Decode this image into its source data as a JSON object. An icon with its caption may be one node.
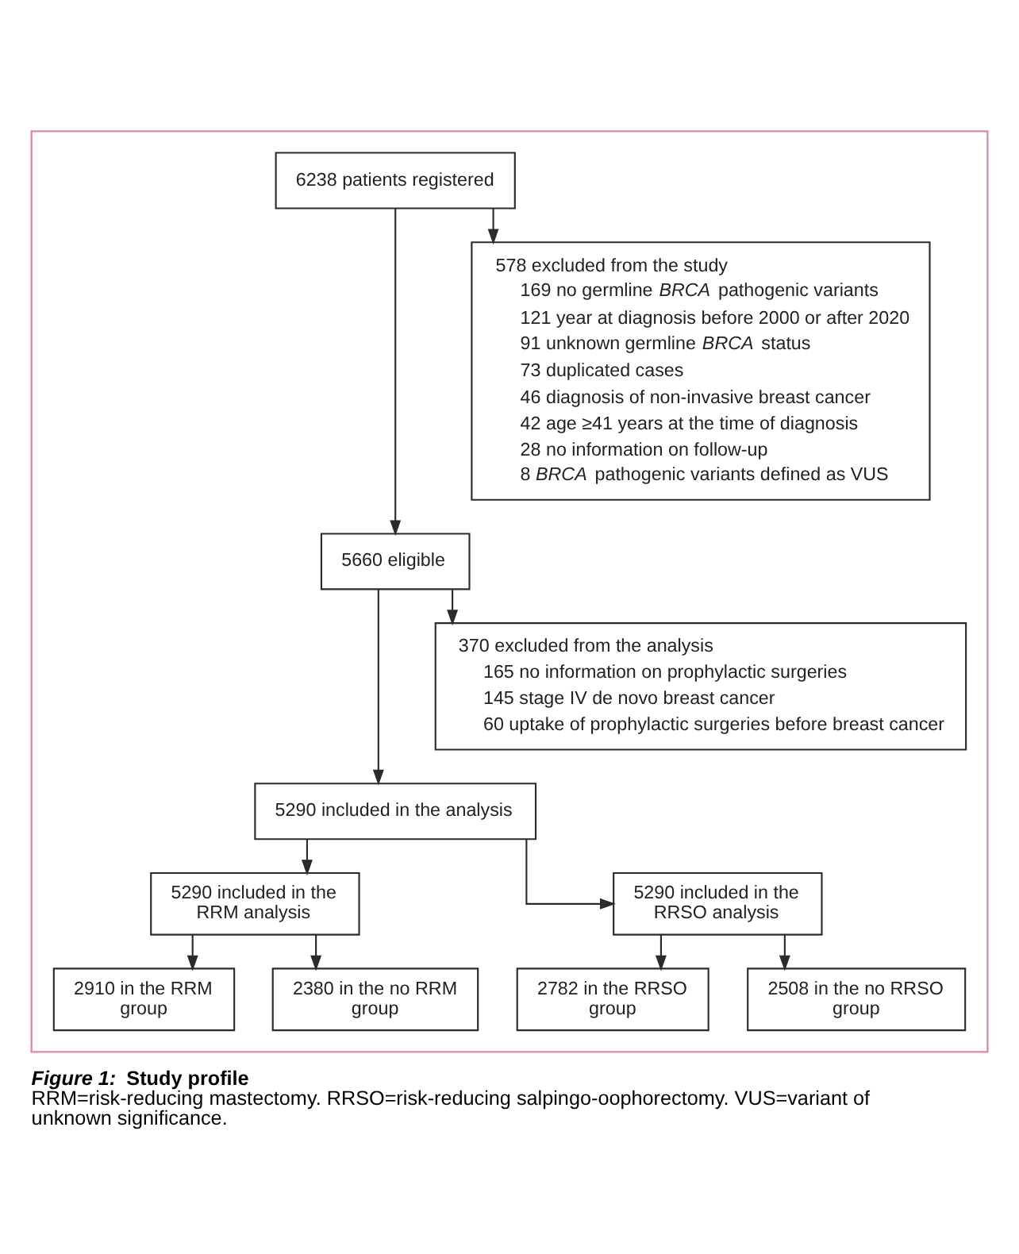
{
  "diagram": {
    "title": "*Figure 1:* Study profile",
    "caption": "RRM=risk-reducing mastectomy. RRSO=risk-reducing salpingo-oophorectomy. VUS=variant of unknown significance.",
    "nodes": [
      {
        "text": [],
        "shape": "box"
      },
      {
        "text": [
          "6238 patients registered"
        ],
        "in": 0
      },
      {
        "text": [
          "578 excluded from the study",
          "169 no germline *BRCA* pathogenic variants",
          "121 year at diagnosis before 2000 or after 2020",
          "91 unknown germline *BRCA* status",
          "73 duplicated cases",
          "46 diagnosis of non-invasive breast cancer",
          "42 age ≥41 years at the time of diagnosis",
          "28 no information on follow-up",
          "8 *BRCA* pathogenic variants defined as VUS"
        ],
        "in": 0
      },
      {
        "text": [
          "5660 eligible"
        ],
        "in": 0
      },
      {
        "text": [
          "370 excluded from the analysis",
          "165 no information on prophylactic surgeries",
          "145 stage IV de novo breast cancer",
          "60 uptake of prophylactic surgeries before breast cancer"
        ],
        "in": 0
      },
      {
        "text": [
          "5290 included in the analysis"
        ],
        "in": 0
      },
      {
        "text": [
          "5290 included in the RRM analysis"
        ],
        "in": 0
      },
      {
        "text": [
          "5290 included in the RRSO analysis"
        ],
        "in": 0
      },
      {
        "text": [
          "2910 in the RRM group"
        ],
        "in": 0
      },
      {
        "text": [
          "2380 in the no RRM group"
        ],
        "in": 0
      },
      {
        "text": [
          "2782 in the RRSO group"
        ],
        "in": 0
      },
      {
        "text": [
          "2508 in the no RRSO group"
        ],
        "in": 0
      }
    ],
    "edges": [
      {
        "from": 1,
        "to": 3,
        "arrow": "to"
      },
      {
        "from": 1,
        "to": 2,
        "arrow": "to"
      },
      {
        "from": 3,
        "to": 5,
        "arrow": "to"
      },
      {
        "from": 3,
        "to": 4,
        "arrow": "to"
      },
      {
        "from": 5,
        "to": 6,
        "arrow": "to"
      },
      {
        "from": 5,
        "to": 7,
        "arrow": "to"
      },
      {
        "from": 6,
        "to": 8,
        "arrow": "to"
      },
      {
        "from": 6,
        "to": 9,
        "arrow": "to"
      },
      {
        "from": 7,
        "to": 10,
        "arrow": "to"
      },
      {
        "from": 7,
        "to": 11,
        "arrow": "to"
      }
    ]
  }
}
